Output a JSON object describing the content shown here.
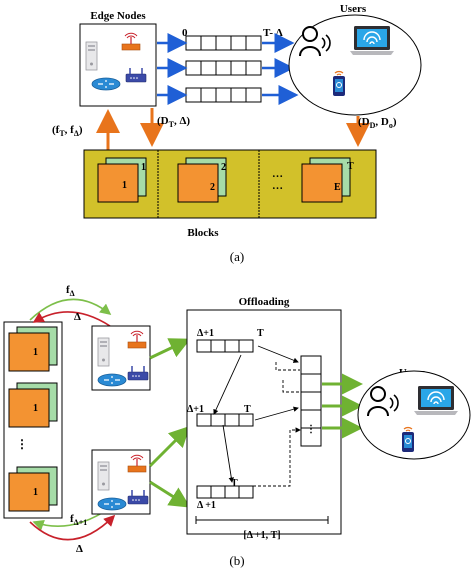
{
  "panel_a": {
    "edge_nodes_title": "Edge Nodes",
    "users_title": "Users",
    "queue_start": "0",
    "queue_end": "T- Δ",
    "up_arrow_label": "(f",
    "up_arrow_label_sub1": "T",
    "up_arrow_label_mid": ", f",
    "up_arrow_label_sub2": "Δ",
    "up_arrow_label_end": ")",
    "down_arrow_label": "(D",
    "down_arrow_label_sub": "T",
    "down_arrow_label_end": ", Δ)",
    "users_arrow_label": "(D",
    "users_arrow_label_sub1": "D",
    "users_arrow_label_mid": ", D",
    "users_arrow_label_sub2": "o",
    "users_arrow_label_end": ")",
    "blocks": [
      {
        "back": "1",
        "front": "1"
      },
      {
        "back": "2",
        "front": "2"
      },
      {
        "back": "T",
        "front": "E"
      }
    ],
    "ellipsis_top": "…",
    "ellipsis_bottom": "…",
    "blocks_label": "Blocks",
    "caption": "(a)"
  },
  "panel_b": {
    "top_forward_label": "f",
    "top_forward_sub": "Δ",
    "top_back_label": "Δ",
    "bottom_forward_label": "f",
    "bottom_forward_sub": "Δ+1",
    "bottom_back_label": "Δ",
    "blocks": [
      "1",
      "1",
      "1"
    ],
    "vertical_ellipsis": "⋮",
    "offloading_title": "Offloading",
    "queue1_start": "Δ+1",
    "queue1_end": "T",
    "queue2_start": "Δ+1",
    "queue2_end": "T",
    "queue3_start": "Δ +1",
    "queue3_end": "T",
    "range_label": "[Δ +1, T]",
    "users_title": "Users",
    "caption": "(b)"
  }
}
